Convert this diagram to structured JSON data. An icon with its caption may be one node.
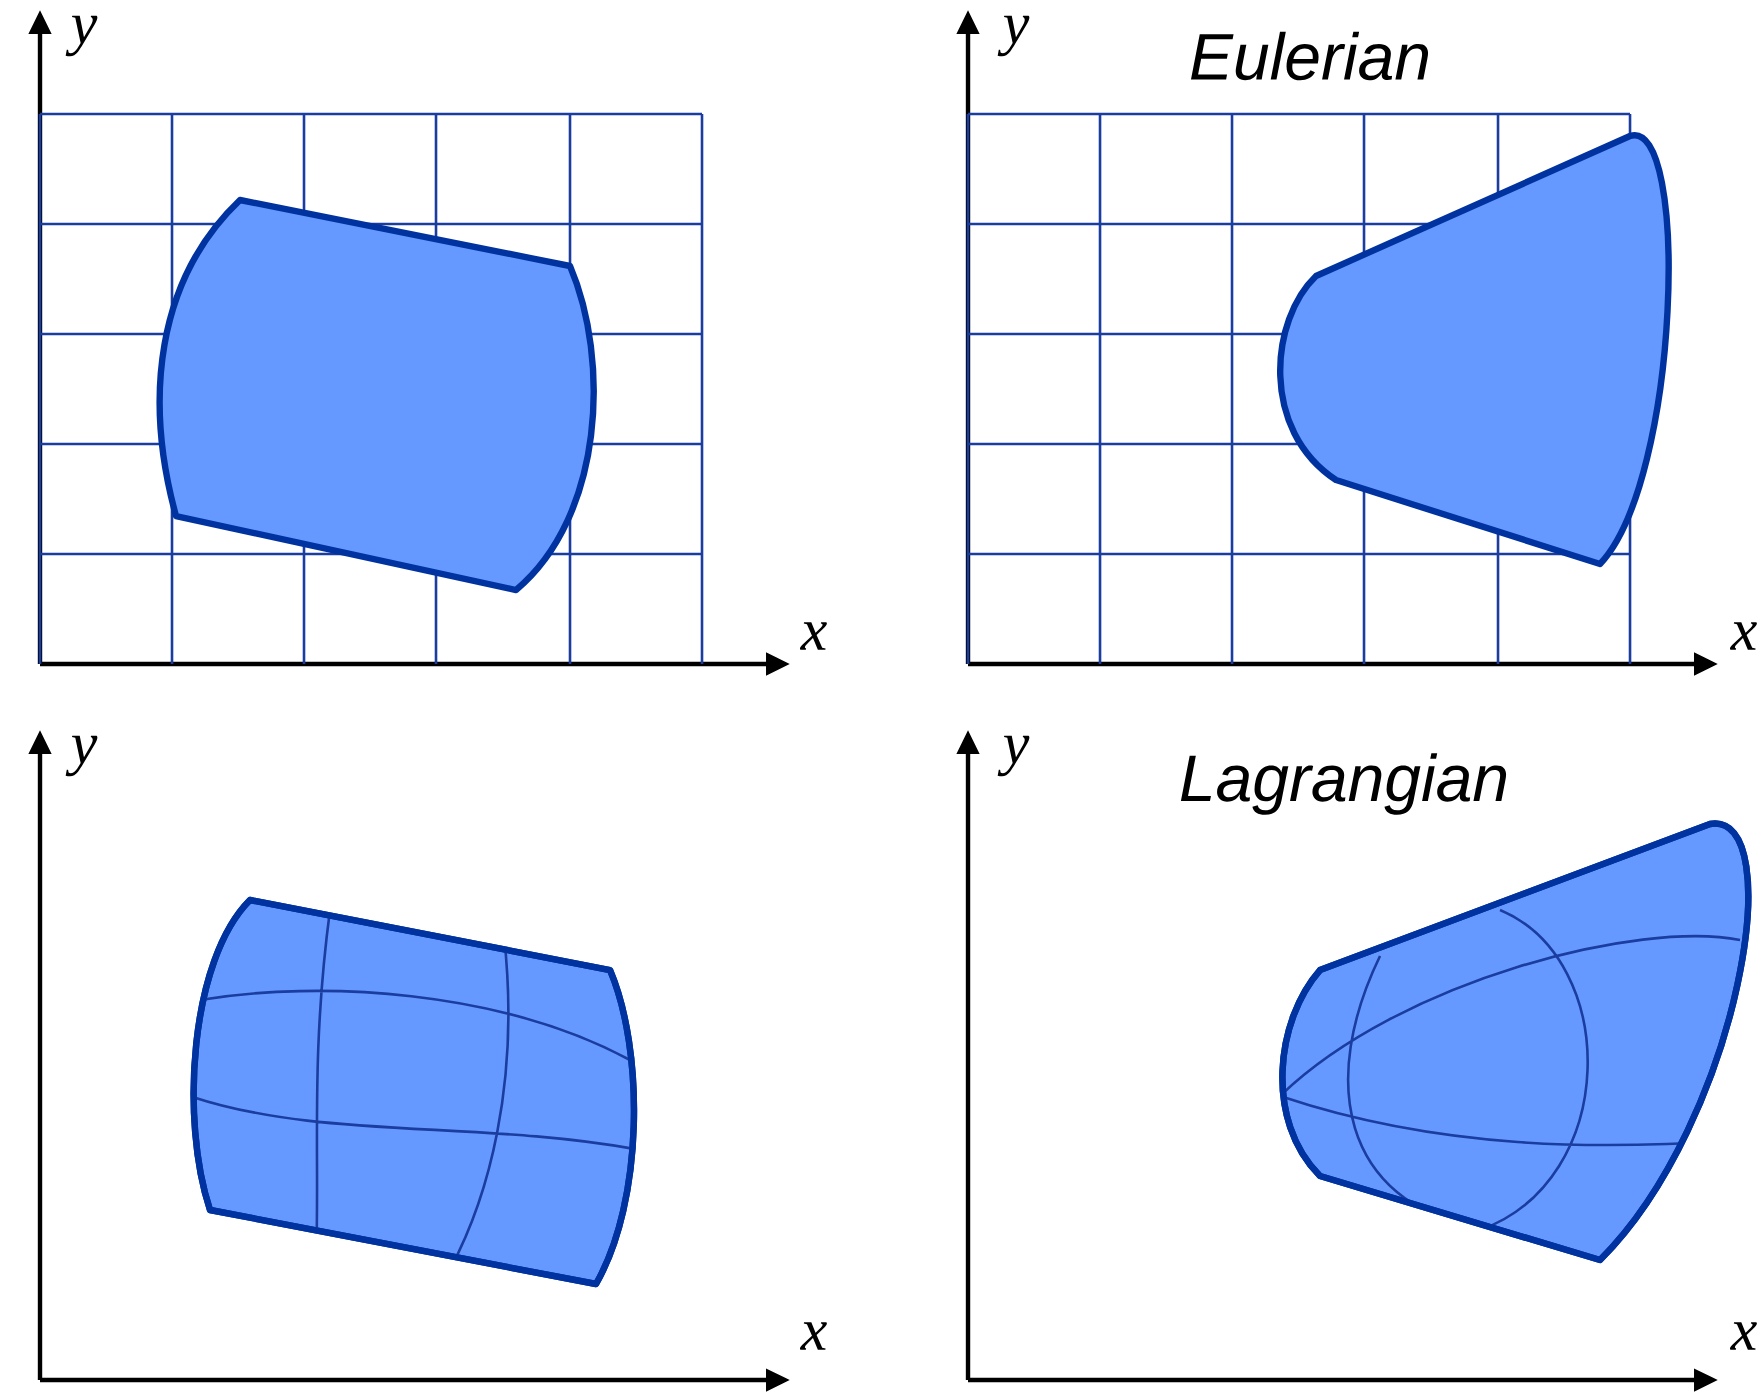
{
  "diagram": {
    "labels": [
      "y",
      "y",
      "Eulerian",
      "x",
      "x",
      "y",
      "y",
      "Lagrangian",
      "x",
      "x"
    ]
  }
}
